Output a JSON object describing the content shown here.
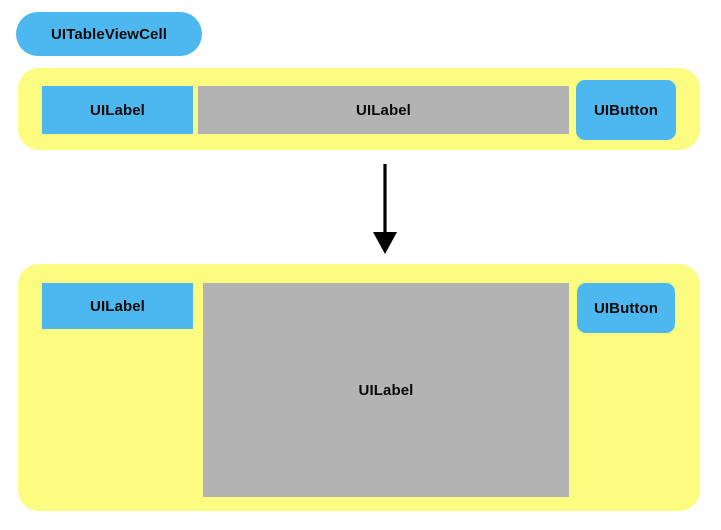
{
  "diagram": {
    "title_pill": {
      "label": "UITableViewCell"
    },
    "groups": [
      {
        "name": "collapsed-cell",
        "color": "#fcfc80",
        "children": [
          {
            "name": "left-label",
            "label": "UILabel",
            "color": "#4db8f0",
            "shape": "rect"
          },
          {
            "name": "center-label",
            "label": "UILabel",
            "color": "#b3b3b3",
            "shape": "rect"
          },
          {
            "name": "right-button",
            "label": "UIButton",
            "color": "#4db8f0",
            "shape": "rounded-rect"
          }
        ]
      },
      {
        "name": "expanded-cell",
        "color": "#fcfc80",
        "children": [
          {
            "name": "left-label",
            "label": "UILabel",
            "color": "#4db8f0",
            "shape": "rect"
          },
          {
            "name": "center-label",
            "label": "UILabel",
            "color": "#b3b3b3",
            "shape": "rect"
          },
          {
            "name": "right-button",
            "label": "UIButton",
            "color": "#4db8f0",
            "shape": "rounded-rect"
          }
        ]
      }
    ],
    "connector": {
      "name": "down-arrow",
      "direction": "down",
      "color": "#000000"
    },
    "palette": {
      "blue": "#4db8f0",
      "yellow": "#fcfc80",
      "gray": "#b3b3b3",
      "text": "#0a0a0a",
      "background": "#ffffff"
    }
  }
}
